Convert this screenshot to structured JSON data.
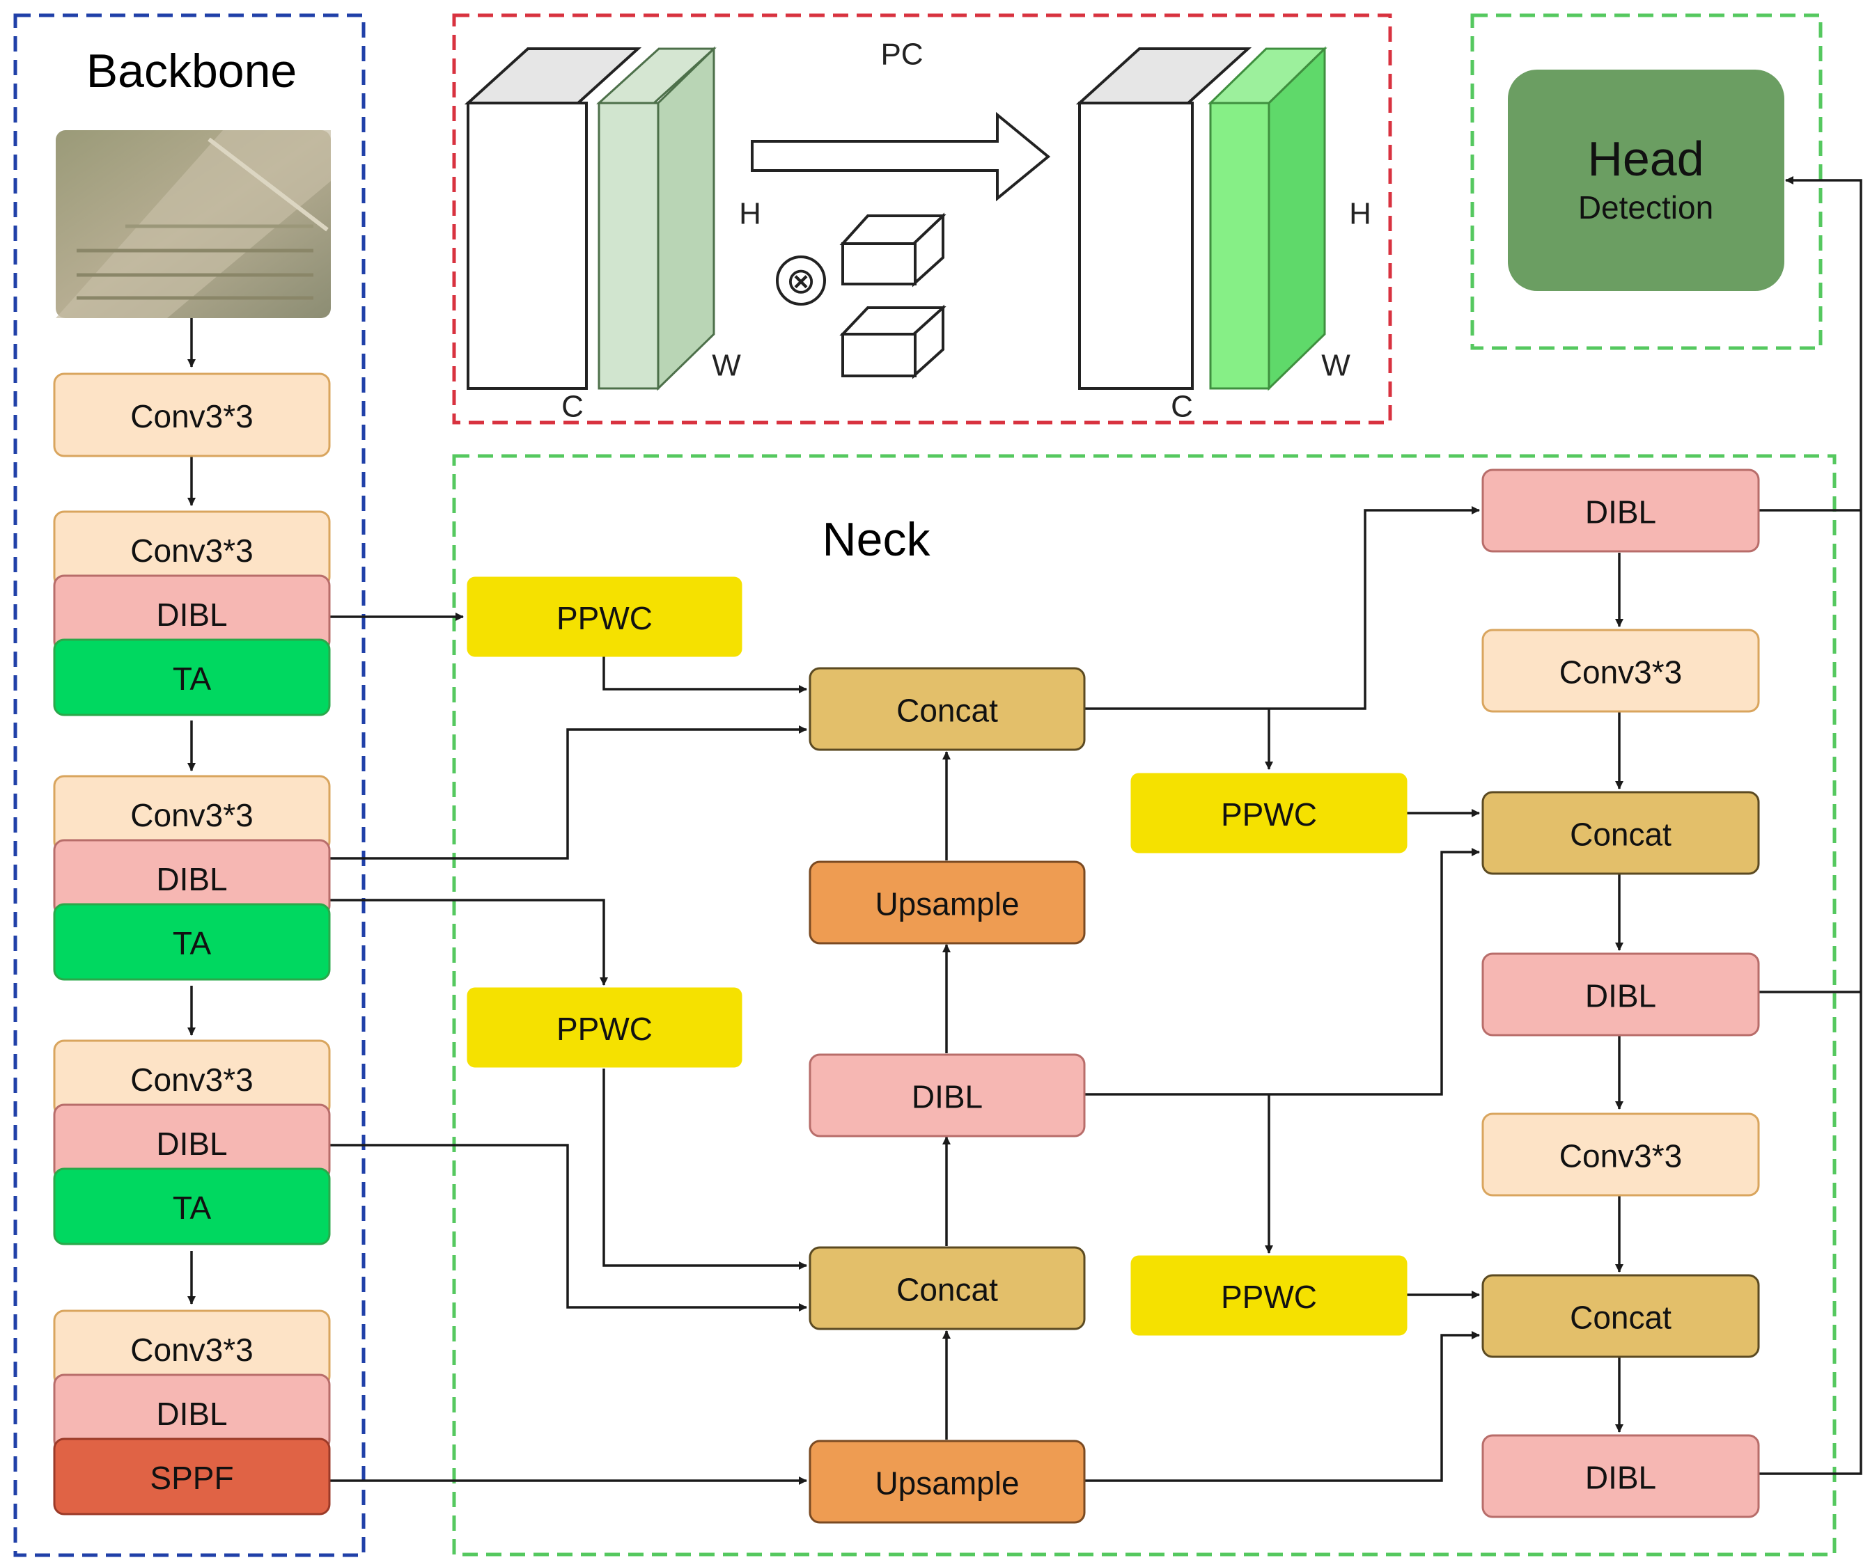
{
  "sections": {
    "backbone": "Backbone",
    "neck": "Neck",
    "pc": "PC"
  },
  "head": {
    "title": "Head",
    "subtitle": "Detection"
  },
  "pc_module": {
    "dims": {
      "h": "H",
      "w": "W",
      "c": "C"
    },
    "operator": "⊗"
  },
  "backbone": {
    "image_icon": "satellite-image",
    "stages": [
      {
        "blocks": [
          "Conv3*3"
        ]
      },
      {
        "blocks": [
          "Conv3*3",
          "DIBL",
          "TA"
        ]
      },
      {
        "blocks": [
          "Conv3*3",
          "DIBL",
          "TA"
        ]
      },
      {
        "blocks": [
          "Conv3*3",
          "DIBL",
          "TA"
        ]
      },
      {
        "blocks": [
          "Conv3*3",
          "DIBL",
          "SPPF"
        ]
      }
    ]
  },
  "neck": {
    "ppwc_top": "PPWC",
    "ppwc_mid": "PPWC",
    "concat_top": "Concat",
    "upsample_mid": "Upsample",
    "dibl_mid": "DIBL",
    "concat_bottom": "Concat",
    "upsample_bottom": "Upsample",
    "ppwc_right_top": "PPWC",
    "ppwc_right_bottom": "PPWC",
    "right_column": [
      "DIBL",
      "Conv3*3",
      "Concat",
      "DIBL",
      "Conv3*3",
      "Concat",
      "DIBL"
    ]
  },
  "colors": {
    "conv": "#fde3c6",
    "dibl": "#f6b7b3",
    "ta": "#00d860",
    "sppf": "#e06345",
    "ppwc": "#f5e100",
    "concat": "#e3bf6a",
    "upsample": "#ee9c52",
    "head": "#6b9e62",
    "backbone_border": "#2040a8",
    "pc_border": "#d8323f",
    "green_border": "#55c85f"
  }
}
